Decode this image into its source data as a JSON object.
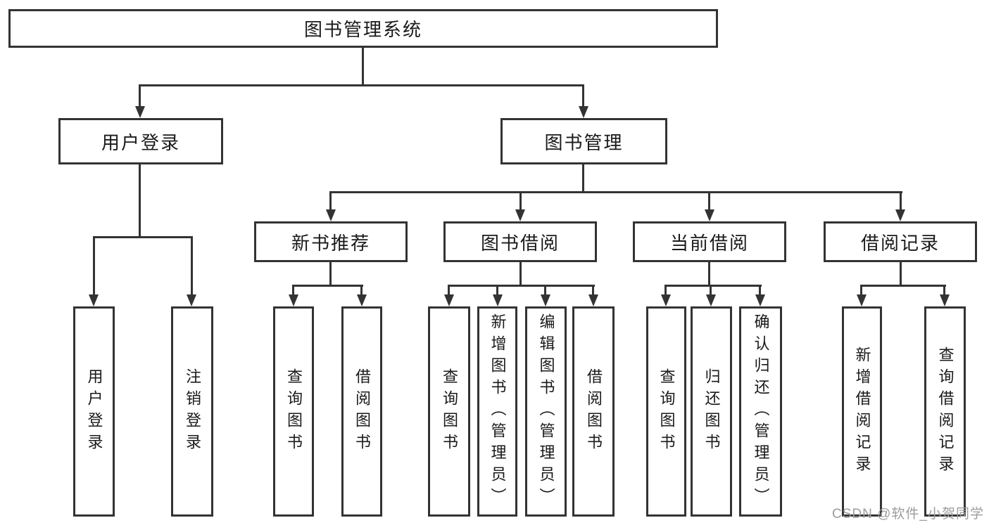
{
  "diagram_type": "tree",
  "nodes": {
    "root": "图书管理系统",
    "user_login": "用户登录",
    "book_mgmt": "图书管理",
    "new_book_rec": "新书推荐",
    "book_borrow": "图书借阅",
    "current_borrow": "当前借阅",
    "borrow_records": "借阅记录",
    "leaf_user_login": "用户登录",
    "leaf_logout": "注销登录",
    "rec_query_books": "查询图书",
    "rec_borrow_books": "借阅图书",
    "bb_query_books": "查询图书",
    "bb_add_books": "新增图书（管理员）",
    "bb_edit_books": "编辑图书（管理员）",
    "bb_borrow_books": "借阅图书",
    "cb_query_books": "查询图书",
    "cb_return_books": "归还图书",
    "cb_confirm_return": "确认归还（管理员）",
    "br_add_record": "新增借阅记录",
    "br_query_record": "查询借阅记录"
  },
  "hierarchy": {
    "图书管理系统": {
      "用户登录": [
        "用户登录",
        "注销登录"
      ],
      "图书管理": {
        "新书推荐": [
          "查询图书",
          "借阅图书"
        ],
        "图书借阅": [
          "查询图书",
          "新增图书（管理员）",
          "编辑图书（管理员）",
          "借阅图书"
        ],
        "当前借阅": [
          "查询图书",
          "归还图书",
          "确认归还（管理员）"
        ],
        "借阅记录": [
          "新增借阅记录",
          "查询借阅记录"
        ]
      }
    }
  },
  "watermark": "CSDN @软件_小贺同学",
  "colors": {
    "line": "#333333",
    "text": "#1a1a1a",
    "watermark": "#9c9c9c",
    "background": "#ffffff"
  }
}
